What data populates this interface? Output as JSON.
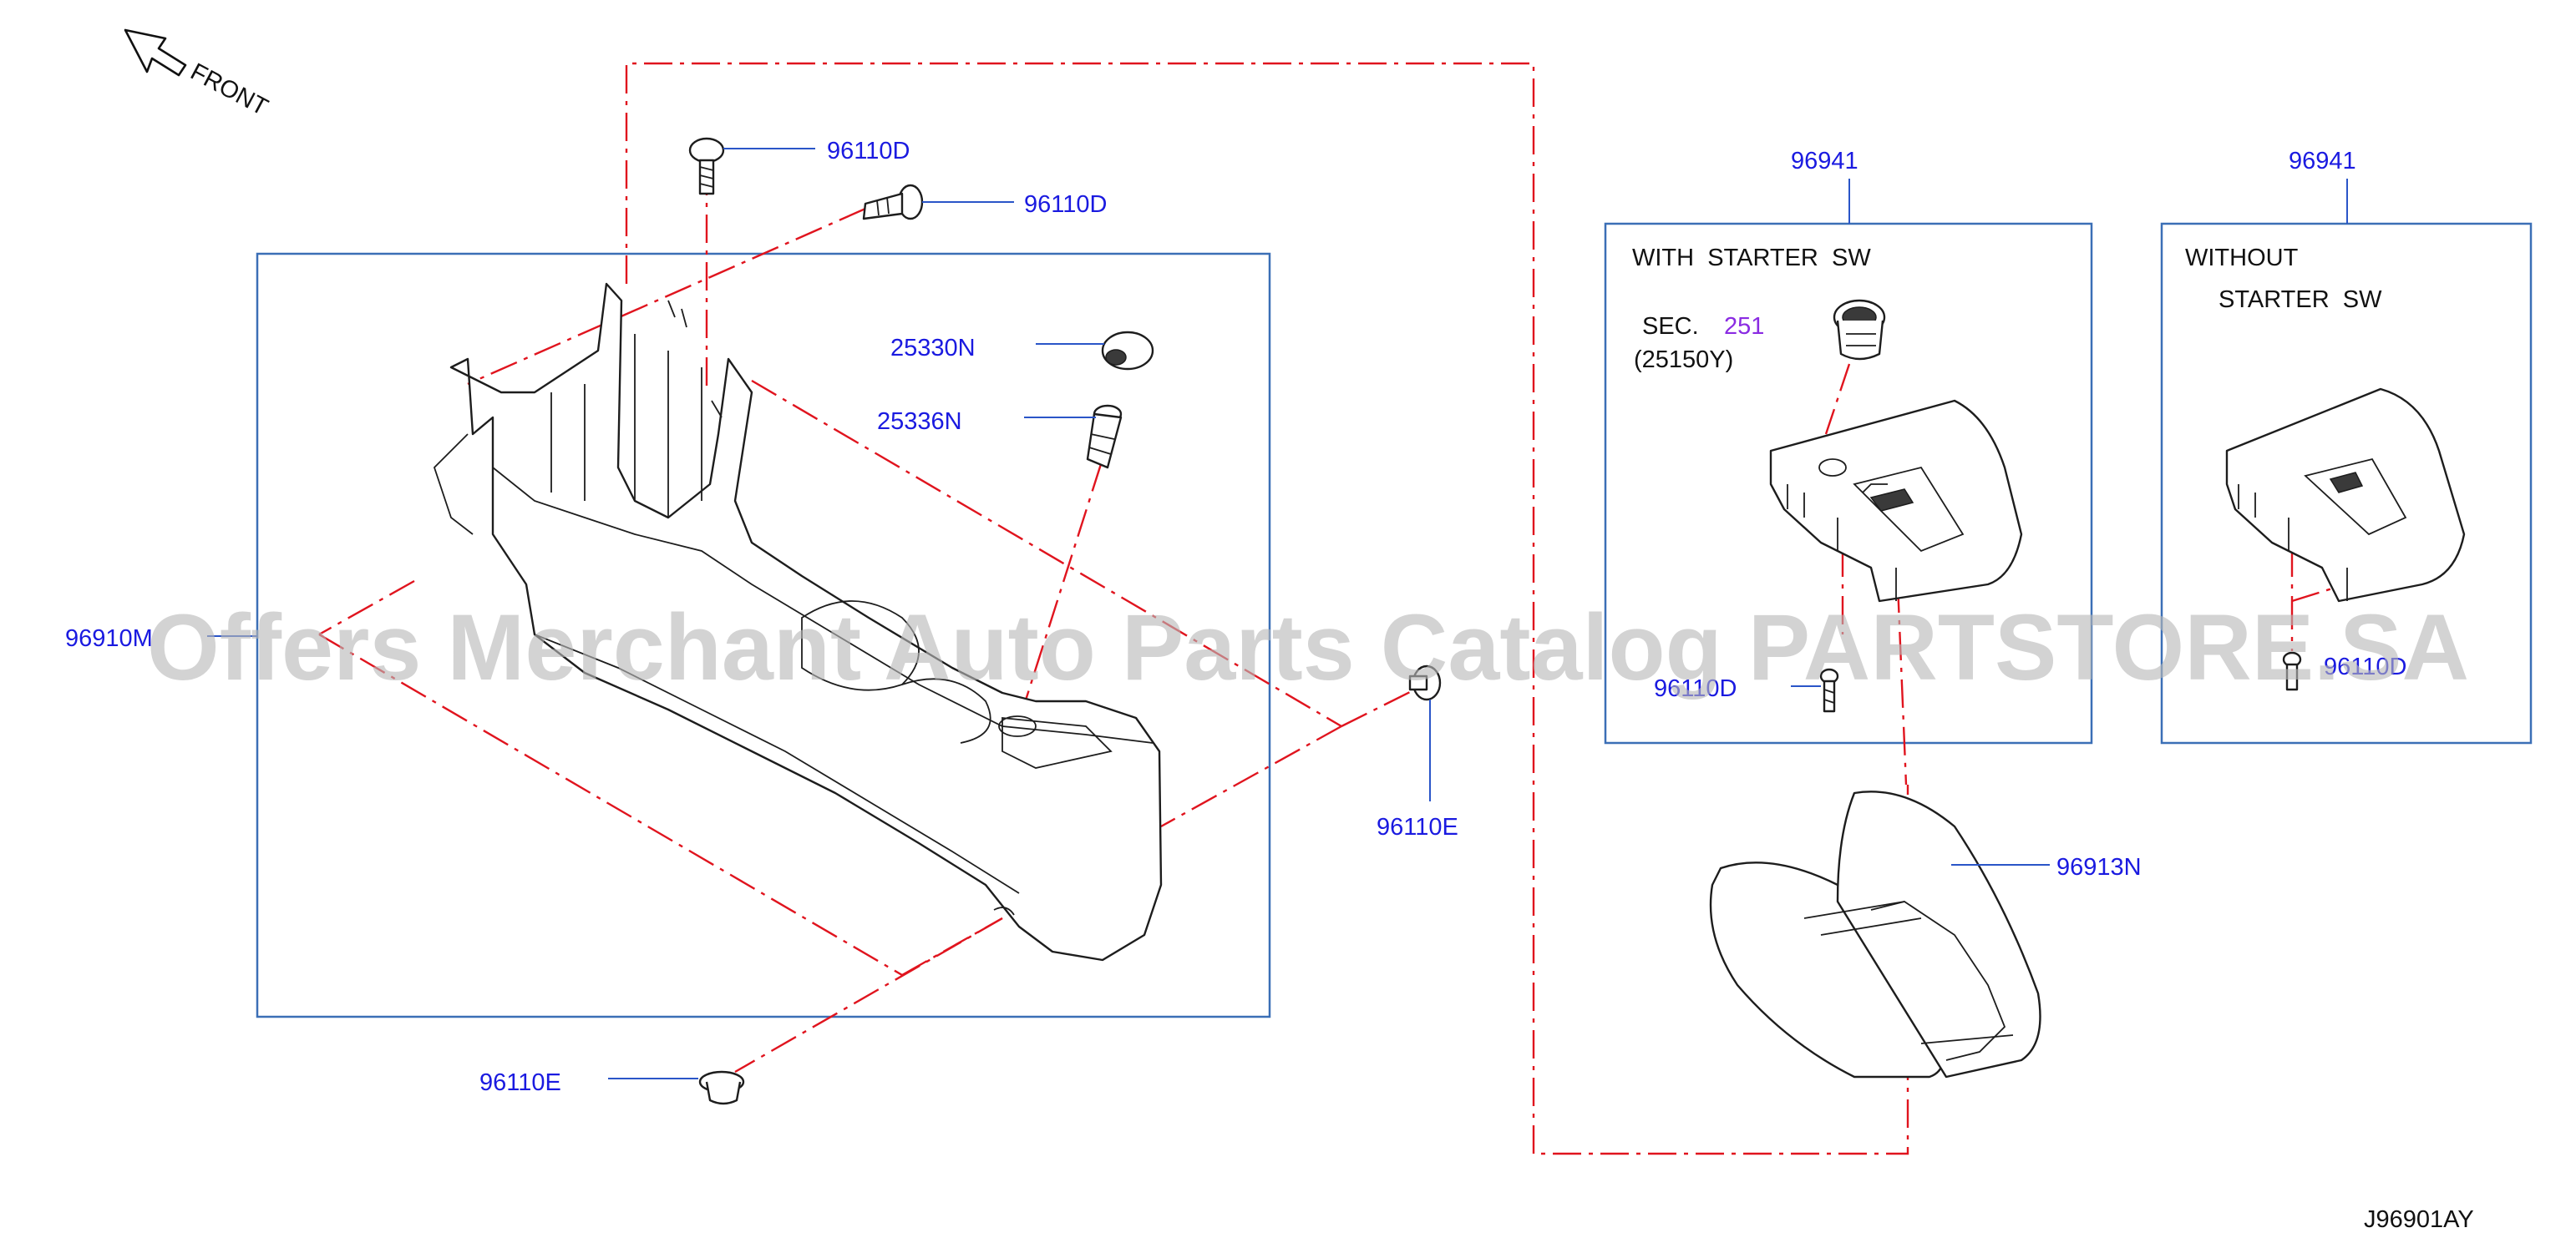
{
  "diagram": {
    "front_label": "FRONT",
    "diagram_code": "J96901AY",
    "watermark": "Offers Merchant Auto Parts Catalog PARTSTORE.SA",
    "parts": {
      "screw_top": "96110D",
      "screw_side": "96110D",
      "cap": "25330N",
      "socket": "25336N",
      "console": "96910M",
      "clip_right": "96110E",
      "clip_bottom": "96110E",
      "finisher_with": "96941",
      "finisher_without": "96941",
      "screw_with": "96110D",
      "screw_without": "96110D",
      "lid": "96913N"
    },
    "boxes": {
      "with_starter": "WITH  STARTER  SW",
      "without_line1": "WITHOUT",
      "without_line2": "STARTER  SW"
    },
    "section": {
      "prefix": "SEC.",
      "number": "251",
      "code": "(25150Y)"
    }
  }
}
